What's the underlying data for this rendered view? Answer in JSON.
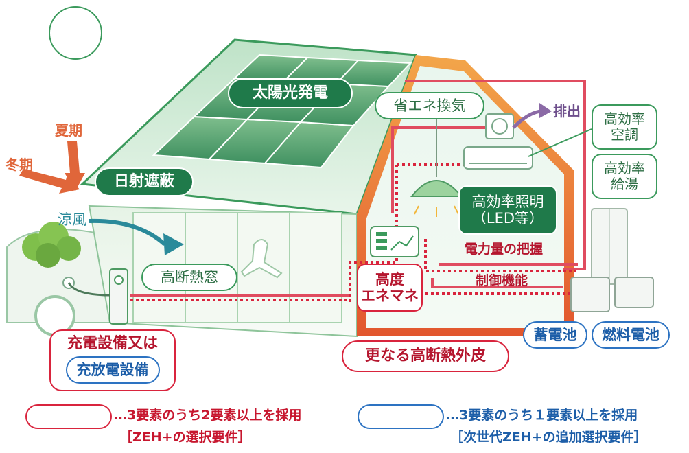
{
  "season": {
    "summer": "夏期",
    "winter": "冬期",
    "breeze": "涼風"
  },
  "roof": {
    "solar": "太陽光発電",
    "shading": "日射遮蔽"
  },
  "interior": {
    "ventilation": "省エネ換気",
    "exhaust": "排出",
    "aircon_line1": "高効率",
    "aircon_line2": "空調",
    "water_line1": "高効率",
    "water_line2": "給湯",
    "lighting_line1": "高効率照明",
    "lighting_line2": "（LED等）",
    "window": "高断熱窓",
    "power": "電力量の把握",
    "control": "制御機能",
    "ems_line1": "高度",
    "ems_line2": "エネマネ"
  },
  "equipment": {
    "charging_line1": "充電設備又は",
    "charging_line2": "充放電設備",
    "envelope": "更なる高断熱外皮",
    "storage": "蓄電池",
    "fuel_cell": "燃料電池"
  },
  "legend": {
    "red_line1": "…3要素のうち2要素以上を採用",
    "red_line2": "［ZEH+の選択要件］",
    "blue_line1": "…3要素のうち１要素以上を採用",
    "blue_line2": "［次世代ZEH+の追加選択要件］"
  },
  "colors": {
    "green_dark": "#1f7a4a",
    "green_border": "#3b9a5c",
    "red": "#d9243d",
    "blue": "#2d73c2",
    "orange": "#e0663a"
  }
}
